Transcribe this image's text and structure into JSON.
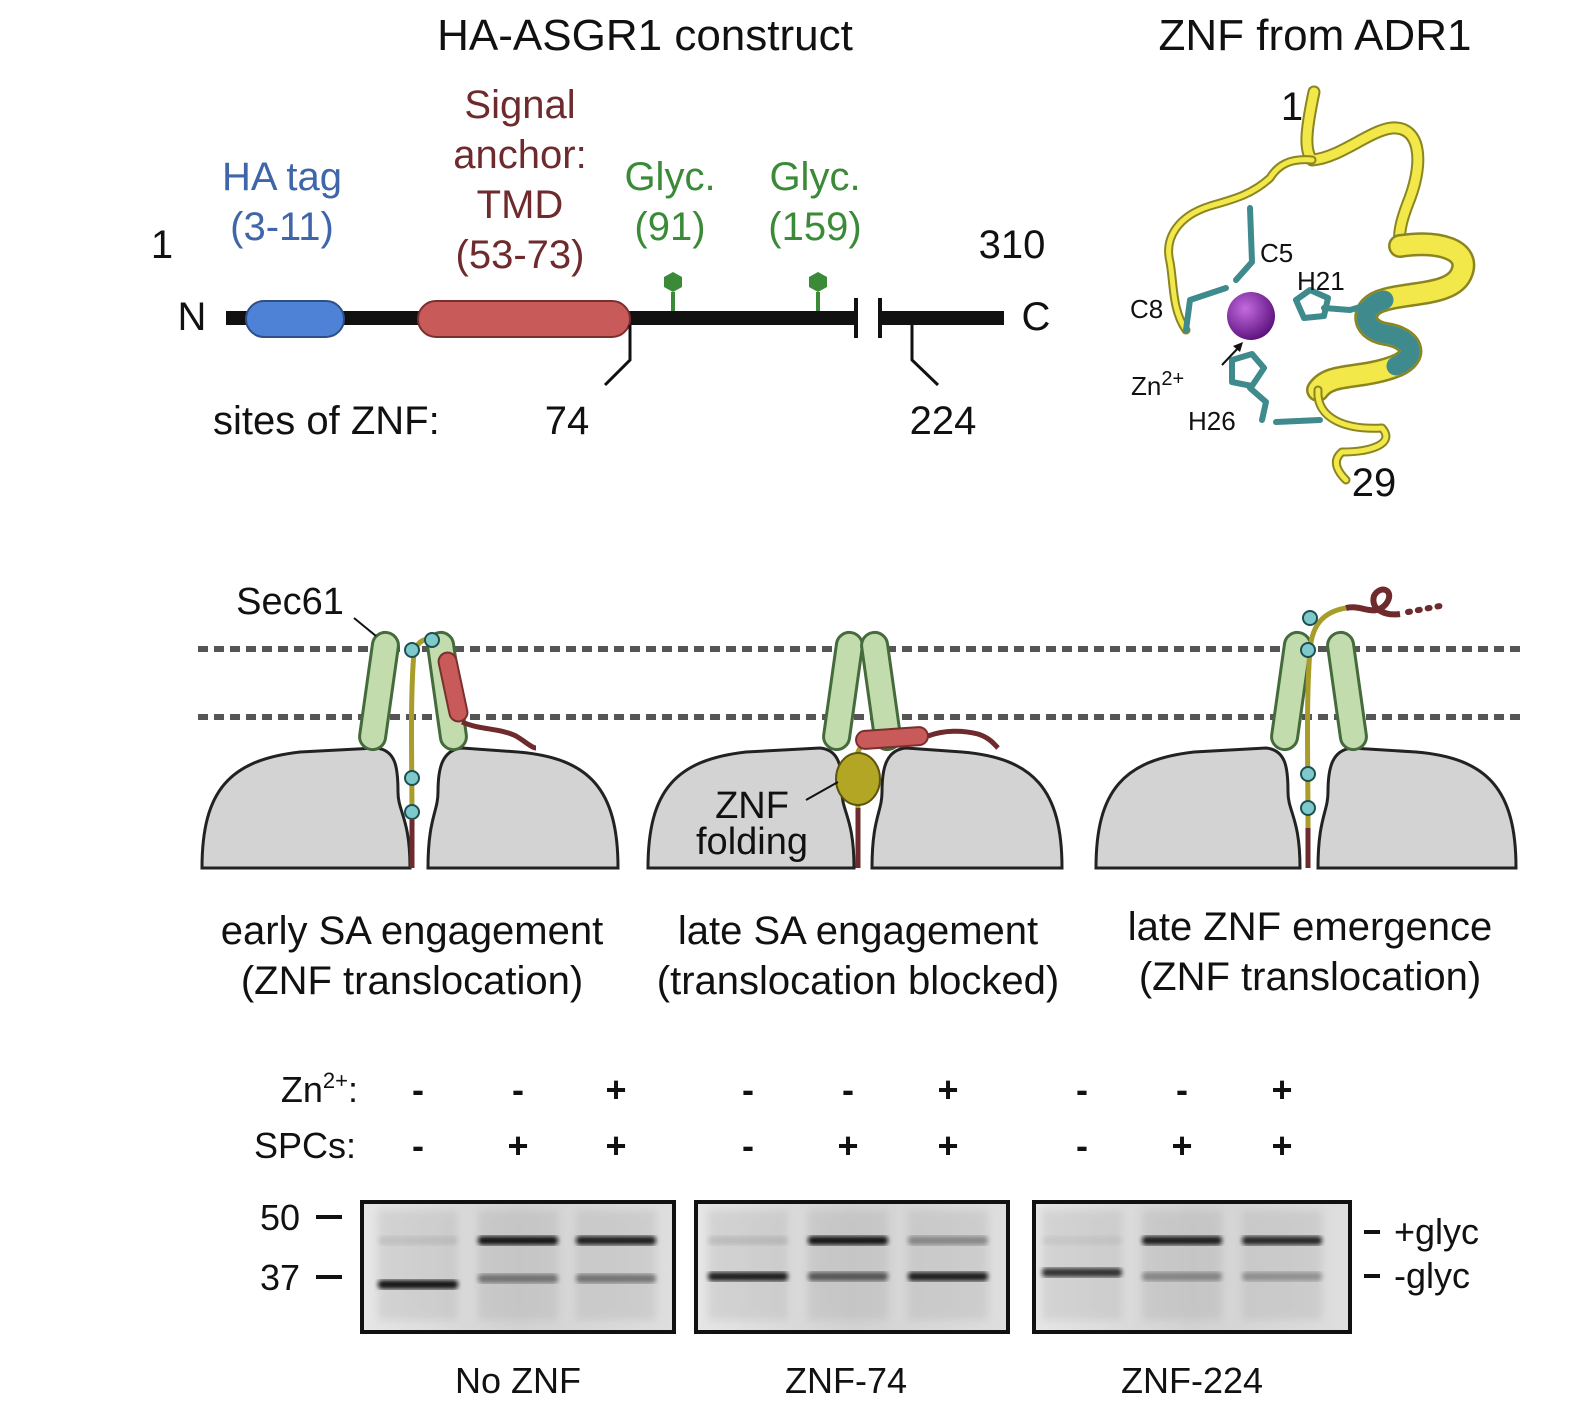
{
  "construct": {
    "title": "HA-ASGR1 construct",
    "n_label": "N",
    "c_label": "C",
    "start_pos": "1",
    "end_pos": "310",
    "ha_tag": {
      "line1": "HA tag",
      "line2": "(3-11)",
      "color": "#4e82d6"
    },
    "signal_anchor": {
      "line1": "Signal",
      "line2": "anchor:",
      "line3": "TMD",
      "line4": "(53-73)",
      "color": "#c95a5a"
    },
    "glyc1": {
      "line1": "Glyc.",
      "line2": "(91)",
      "color": "#3a8a37"
    },
    "glyc2": {
      "line1": "Glyc.",
      "line2": "(159)",
      "color": "#3a8a37"
    },
    "sites_label": "sites of ZNF:",
    "site1": "74",
    "site2": "224"
  },
  "znf_structure": {
    "title": "ZNF from ADR1",
    "n_term": "1",
    "c_term": "29",
    "residues": [
      "C5",
      "H21",
      "C8",
      "H26"
    ],
    "ion_label": "Zn",
    "ion_charge": "2+",
    "helix_color": "#f2e84a",
    "sidechain_color": "#3e8a8c",
    "ion_color": "#7a1aa0"
  },
  "schematic": {
    "sec61_label": "Sec61",
    "znf_folding_line1": "ZNF",
    "znf_folding_line2": "folding",
    "panels": [
      {
        "line1": "early SA engagement",
        "line2": "(ZNF translocation)"
      },
      {
        "line1": "late SA engagement",
        "line2": "(translocation blocked)"
      },
      {
        "line1": "late ZNF emergence",
        "line2": "(ZNF translocation)"
      }
    ]
  },
  "gel": {
    "zn_label": "Zn",
    "zn_charge": "2+",
    "zn_colon": ":",
    "spc_label": "SPCs:",
    "zn_values": [
      "-",
      "-",
      "+",
      "-",
      "-",
      "+",
      "-",
      "-",
      "+"
    ],
    "spc_values": [
      "-",
      "+",
      "+",
      "-",
      "+",
      "+",
      "-",
      "+",
      "+"
    ],
    "mw_markers": [
      "50",
      "37"
    ],
    "band_labels": [
      "+glyc",
      "-glyc"
    ],
    "gel_labels": [
      "No ZNF",
      "ZNF-74",
      "ZNF-224"
    ]
  }
}
